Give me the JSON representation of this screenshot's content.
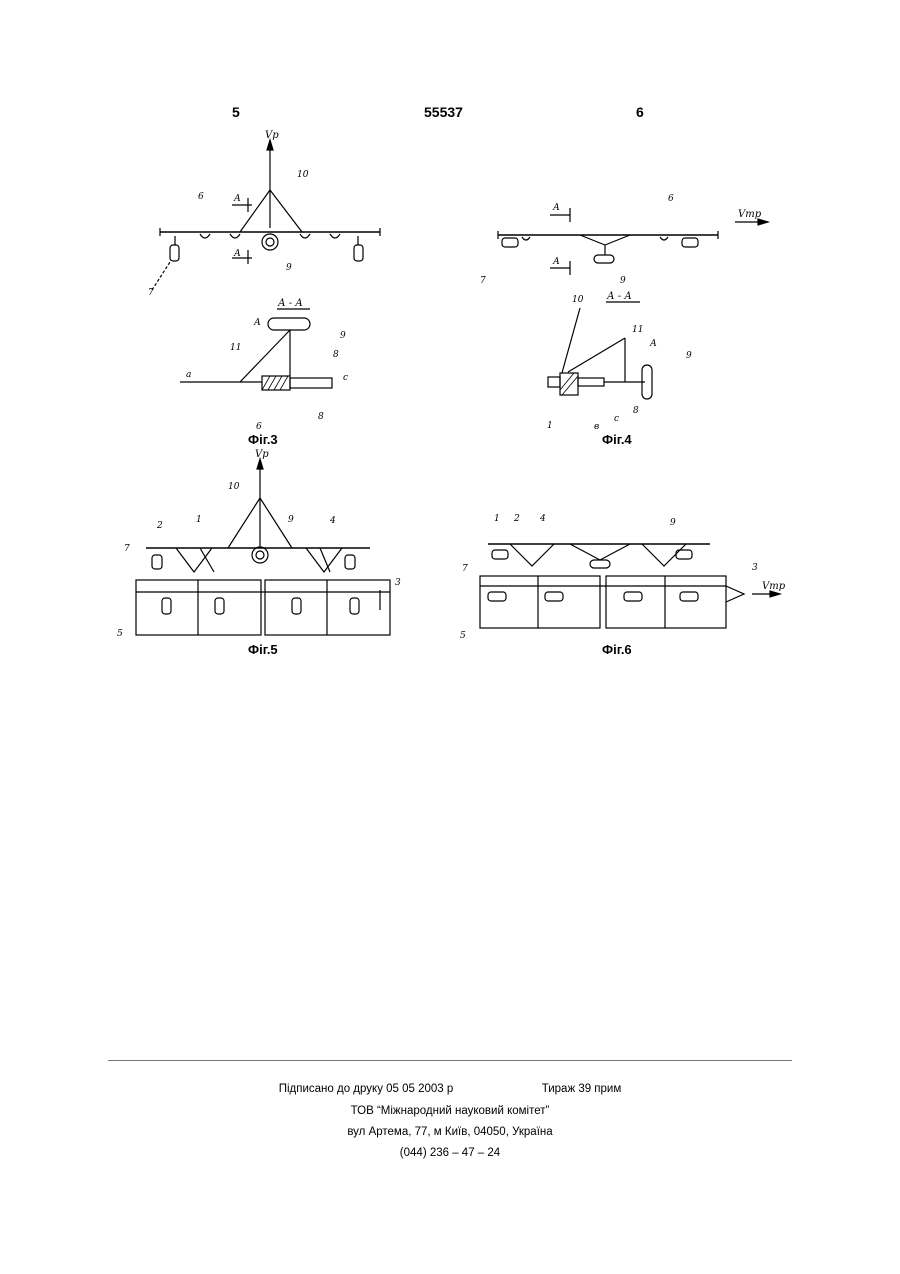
{
  "header": {
    "left_page": "5",
    "patent_number": "55537",
    "right_page": "6"
  },
  "figures": {
    "fig3": {
      "caption": "Фіг.3",
      "section": "А - А"
    },
    "fig4": {
      "caption": "Фіг.4",
      "section": "А - А"
    },
    "fig5": {
      "caption": "Фіг.5"
    },
    "fig6": {
      "caption": "Фіг.6"
    }
  },
  "labels": {
    "vp": "Vр",
    "vtr": "Vтр",
    "section_mark": "А",
    "n1": "1",
    "n2": "2",
    "n3": "3",
    "n4": "4",
    "n5": "5",
    "n6": "6",
    "n7": "7",
    "n8": "8",
    "n9": "9",
    "n10": "10",
    "n11": "11",
    "la": "a",
    "lb": "в",
    "lc": "c",
    "lbig_a": "А"
  },
  "footer": {
    "signed": "Підписано до друку 05 05 2003 р",
    "circulation": "Тираж 39 прим",
    "org": "ТОВ “Міжнародний науковий комітет”",
    "address": "вул  Артема, 77, м  Київ, 04050, Україна",
    "phone": "(044) 236 – 47 – 24"
  }
}
